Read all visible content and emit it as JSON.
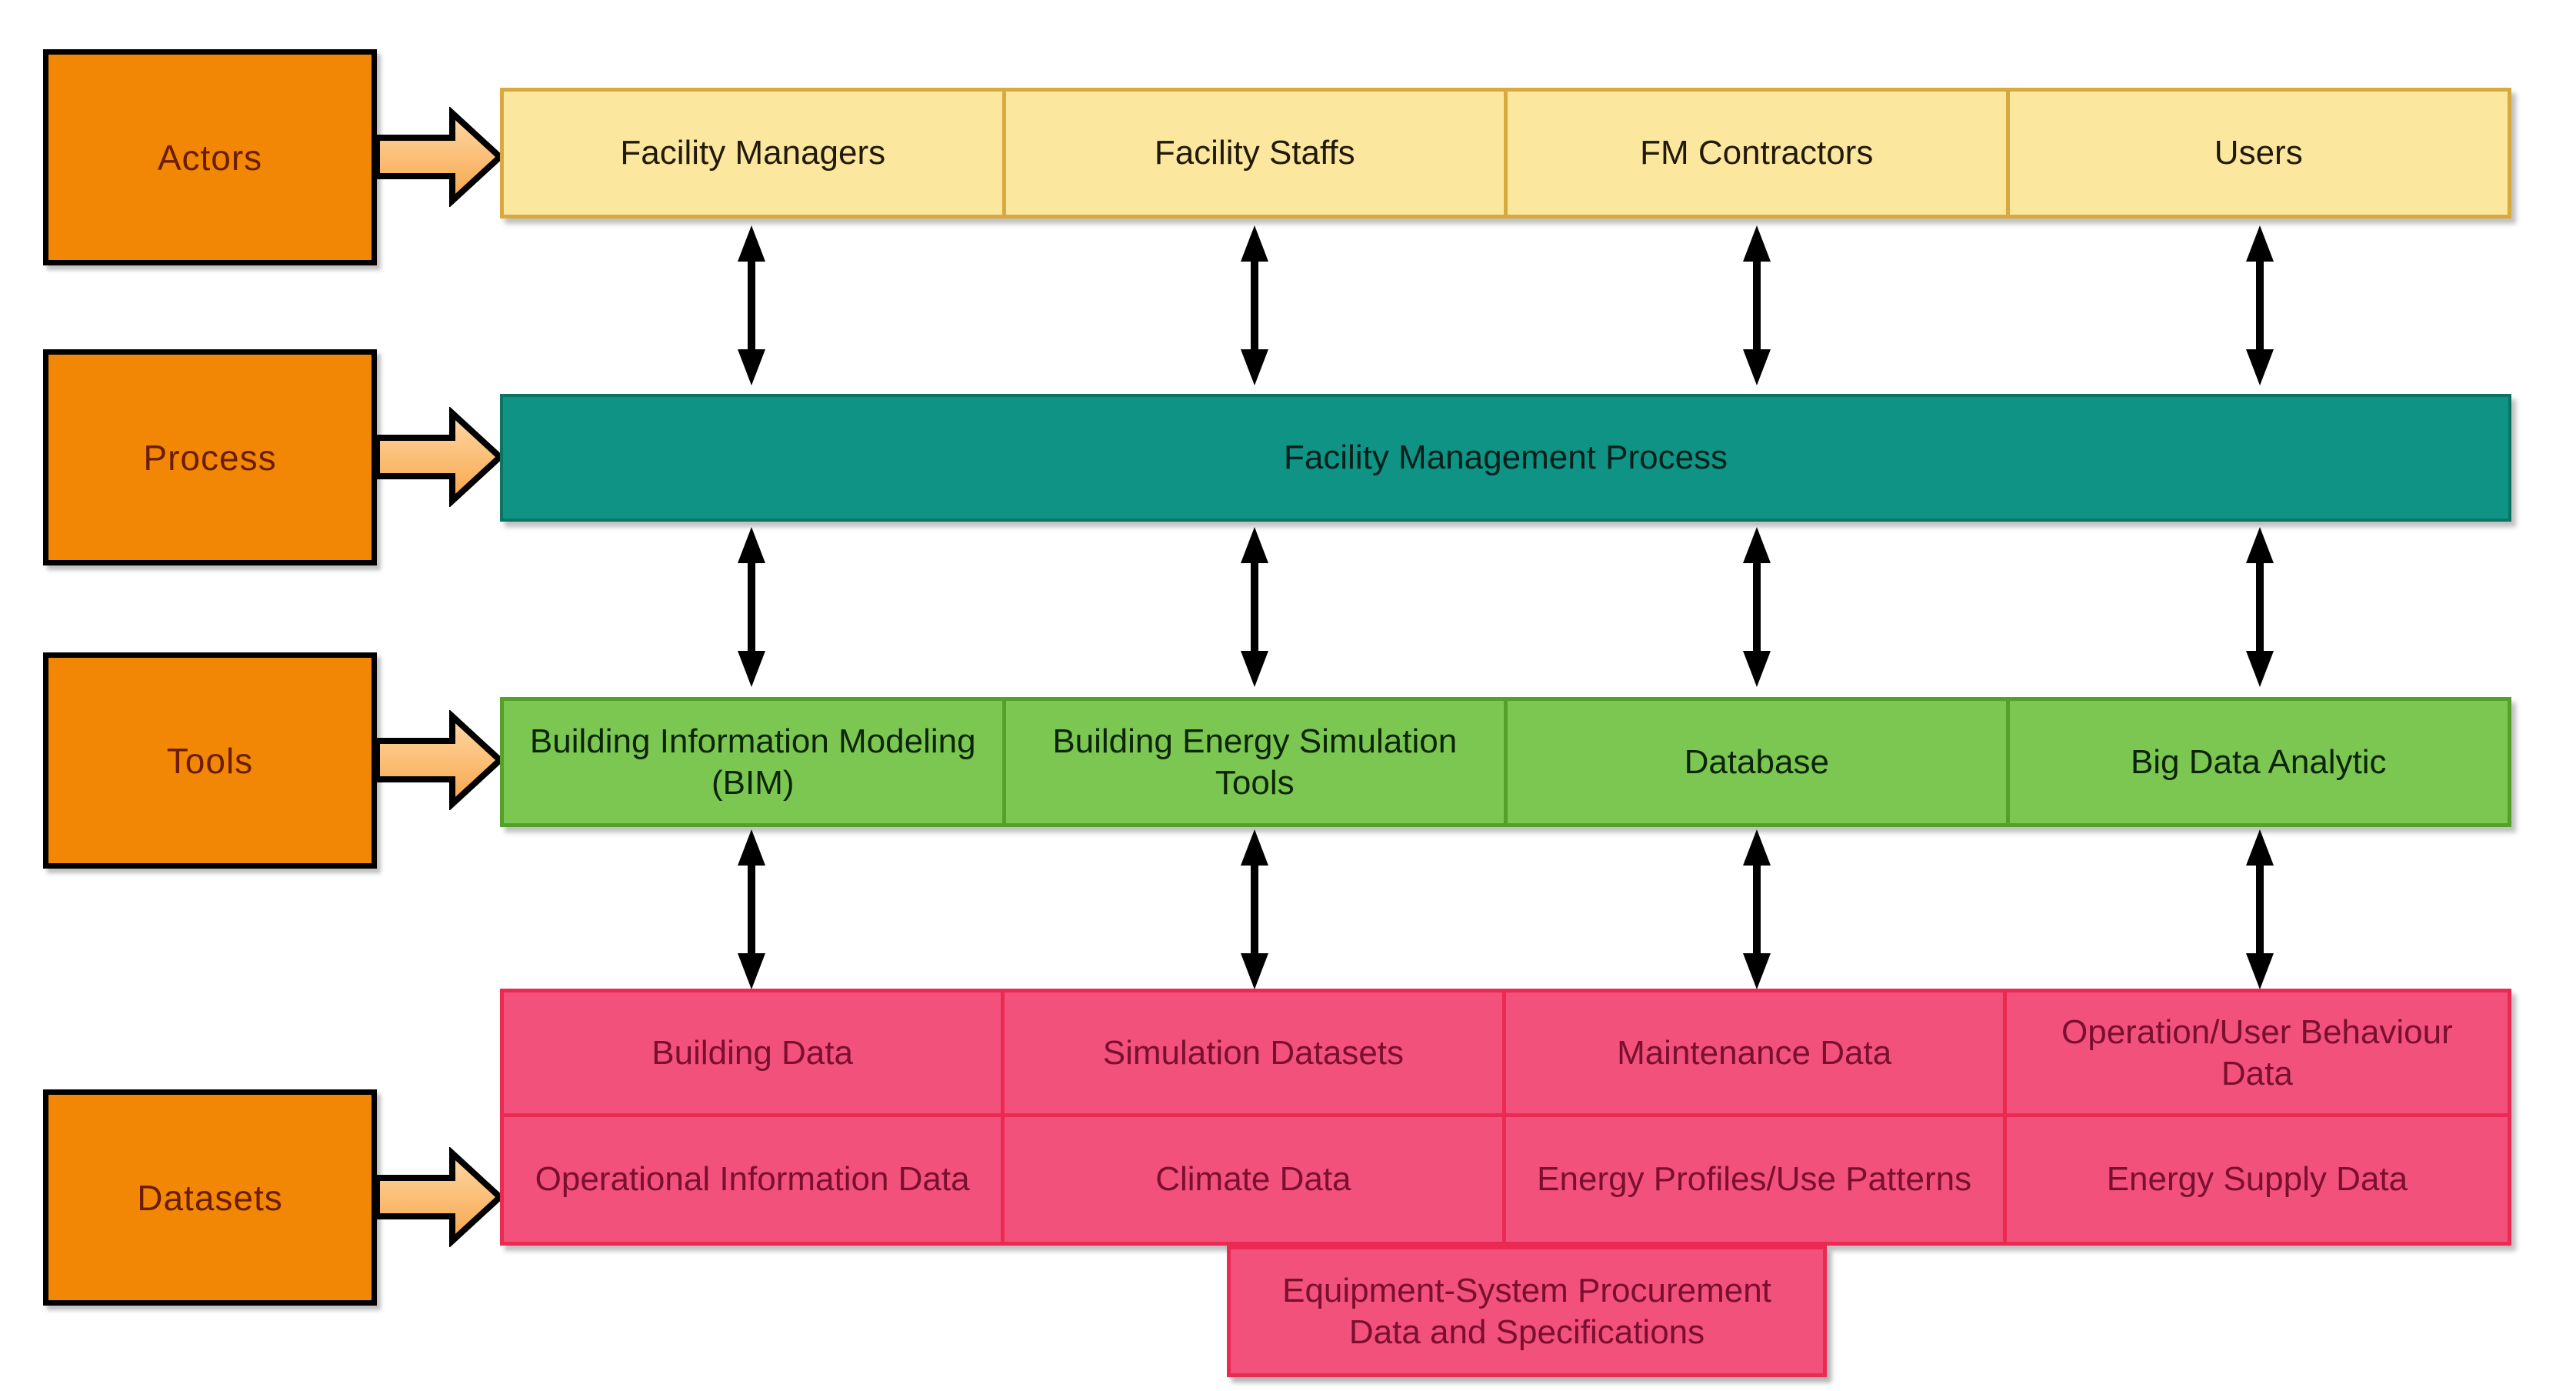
{
  "left_column": {
    "items": [
      {
        "label": "Actors"
      },
      {
        "label": "Process"
      },
      {
        "label": "Tools"
      },
      {
        "label": "Datasets"
      }
    ]
  },
  "actors_row": {
    "cells": [
      {
        "label": "Facility Managers"
      },
      {
        "label": "Facility Staffs"
      },
      {
        "label": "FM Contractors"
      },
      {
        "label": "Users"
      }
    ]
  },
  "process_row": {
    "label": "Facility Management Process"
  },
  "tools_row": {
    "cells": [
      {
        "label": "Building Information Modeling (BIM)"
      },
      {
        "label": "Building Energy Simulation Tools"
      },
      {
        "label": "Database"
      },
      {
        "label": "Big Data Analytic"
      }
    ]
  },
  "datasets_rows": {
    "row1": [
      {
        "label": "Building Data"
      },
      {
        "label": "Simulation Datasets"
      },
      {
        "label": "Maintenance Data"
      },
      {
        "label": "Operation/User Behaviour Data"
      }
    ],
    "row2": [
      {
        "label": "Operational Information Data"
      },
      {
        "label": "Climate Data"
      },
      {
        "label": "Energy Profiles/Use Patterns"
      },
      {
        "label": "Energy Supply Data"
      }
    ],
    "extra": {
      "label": "Equipment-System Procurement Data and Specifications"
    }
  },
  "colors": {
    "c-orange": "#F28705",
    "c-orange-text": "#6B1D00",
    "c-yellow": "#FCE79F",
    "c-yellow-border": "#D9A93F",
    "c-teal": "#0E9384",
    "c-teal-border": "#0B7264",
    "c-green": "#7CC752",
    "c-green-border": "#54A02B",
    "c-pink": "#F2517B",
    "c-pink-border": "#EA2A52",
    "c-pink-text": "#7A0F2F",
    "c-arrow-light": "#FFD9A8",
    "c-arrow-dark": "#F7A548",
    "c-outline": "#000000"
  }
}
